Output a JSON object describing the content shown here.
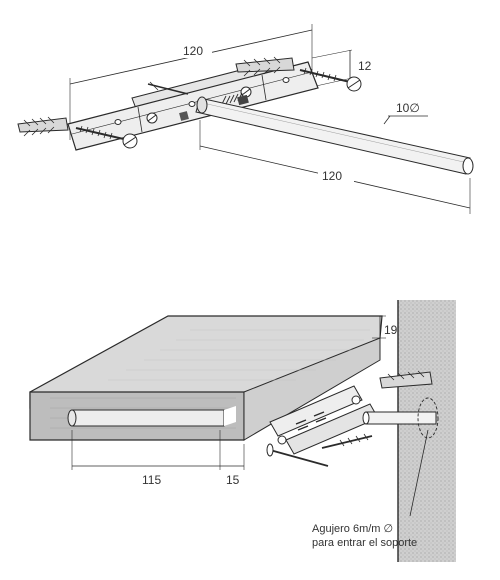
{
  "top_figure": {
    "dimensions": {
      "bracket_length": "120",
      "bracket_height": "12",
      "rod_diameter": "10∅",
      "rod_length": "120"
    }
  },
  "bottom_figure": {
    "dimensions": {
      "shelf_thickness": "19",
      "rod_inserted": "115",
      "rod_gap": "15"
    },
    "note": {
      "line1": "Agujero 6m/m ∅",
      "line2": "para entrar el soporte"
    }
  },
  "colors": {
    "line": "#2b2b2b",
    "metal": "#e6e6e6",
    "wall": "#c8c8c8",
    "shelf_top": "#d9d9d9",
    "shelf_front": "#bdbdbd"
  }
}
